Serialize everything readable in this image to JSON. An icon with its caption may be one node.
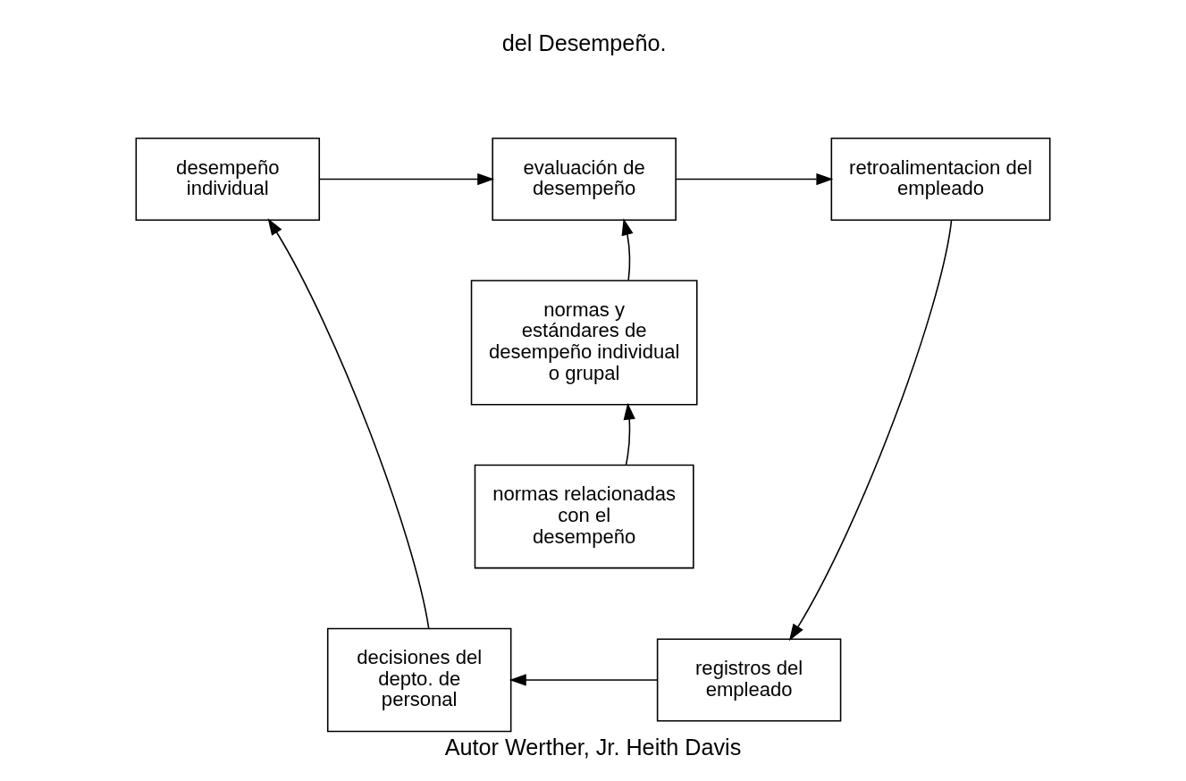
{
  "diagram": {
    "title": "del Desempeño.",
    "caption": "Autor Werther, Jr. Heith Davis",
    "nodes": [
      {
        "text": [
          "desempeño individual"
        ]
      },
      {
        "text": [
          "evaluación de desempeño"
        ]
      },
      {
        "text": [
          "retroalimentacion del empleado"
        ]
      },
      {
        "text": [
          "normas y estándares de desempeño individual o grupal"
        ]
      },
      {
        "text": [
          "normas relacionadas con el desempeño"
        ]
      },
      {
        "text": [
          "decisiones del depto. de personal"
        ]
      },
      {
        "text": [
          "registros del empleado"
        ]
      }
    ],
    "edges": [
      {
        "from": 0,
        "to": 1,
        "arrow": "to"
      },
      {
        "from": 1,
        "to": 2,
        "arrow": "to"
      },
      {
        "from": 3,
        "to": 1,
        "arrow": "to"
      },
      {
        "from": 4,
        "to": 3,
        "arrow": "to"
      },
      {
        "from": 2,
        "to": 6,
        "arrow": "to"
      },
      {
        "from": 6,
        "to": 5,
        "arrow": "to"
      },
      {
        "from": 5,
        "to": 0,
        "arrow": "to"
      }
    ]
  }
}
